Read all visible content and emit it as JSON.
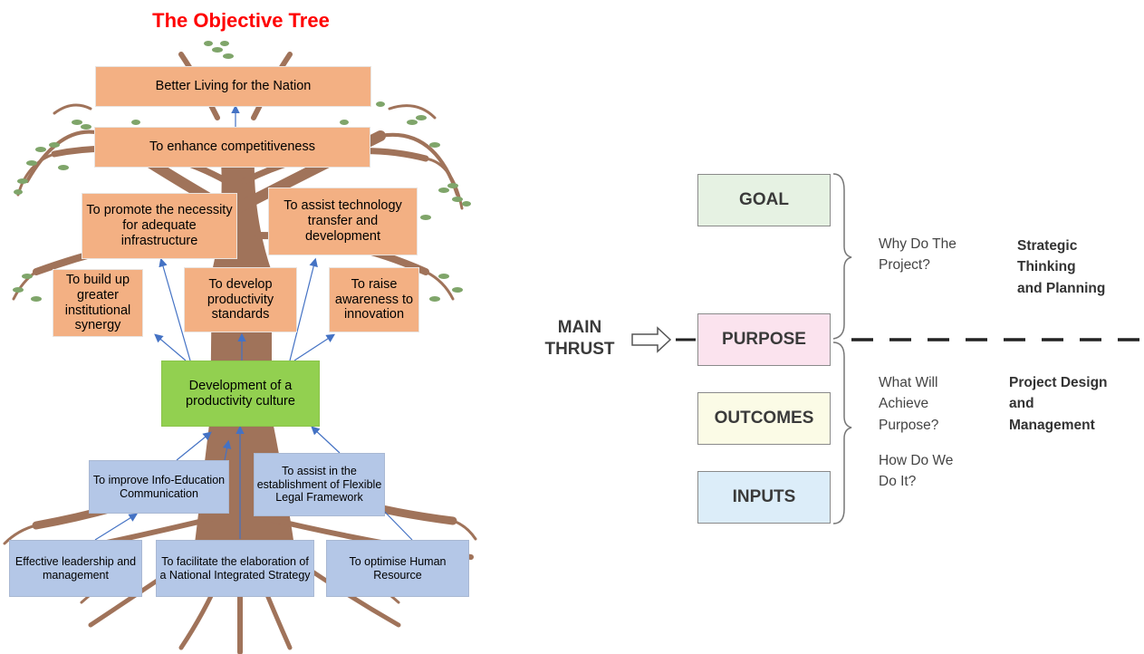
{
  "tree": {
    "title": "The Objective Tree",
    "boxes": {
      "better_living": "Better Living for the Nation",
      "competitiveness": "To enhance competitiveness",
      "infrastructure": "To promote the necessity for adequate infrastructure",
      "technology": "To assist technology transfer and development",
      "synergy": "To build up greater institutional synergy",
      "standards": "To develop productivity standards",
      "awareness": "To raise awareness to innovation",
      "culture": "Development of a productivity culture",
      "info_education": "To improve Info-Education Communication",
      "legal_framework": "To assist in the establishment of Flexible Legal Framework",
      "leadership": "Effective leadership and management",
      "national_strategy": "To facilitate the elaboration of a National Integrated Strategy",
      "human_resource": "To optimise Human Resource"
    },
    "colors": {
      "objective": "#f3b083",
      "core": "#92d050",
      "root": "#b4c7e7",
      "trunk": "#a0735a",
      "leaf": "#7fa56a",
      "arrow": "#4472c4"
    }
  },
  "logframe": {
    "levels": {
      "goal": "GOAL",
      "purpose": "PURPOSE",
      "outcomes": "OUTCOMES",
      "inputs": "INPUTS"
    },
    "main_thrust": [
      "MAIN",
      "THRUST"
    ],
    "questions": {
      "why": [
        "Why Do The",
        "Project?"
      ],
      "what": [
        "What Will",
        "Achieve",
        "Purpose?"
      ],
      "how": [
        "How Do We",
        "Do It?"
      ]
    },
    "categories": {
      "strategic": [
        "Strategic",
        "Thinking",
        "and Planning"
      ],
      "design": [
        "Project Design",
        "and",
        "Management"
      ]
    },
    "colors": {
      "goal": "#e6f2e3",
      "purpose": "#fbe3ee",
      "outcomes": "#fbfbe6",
      "inputs": "#dcedf9"
    }
  }
}
